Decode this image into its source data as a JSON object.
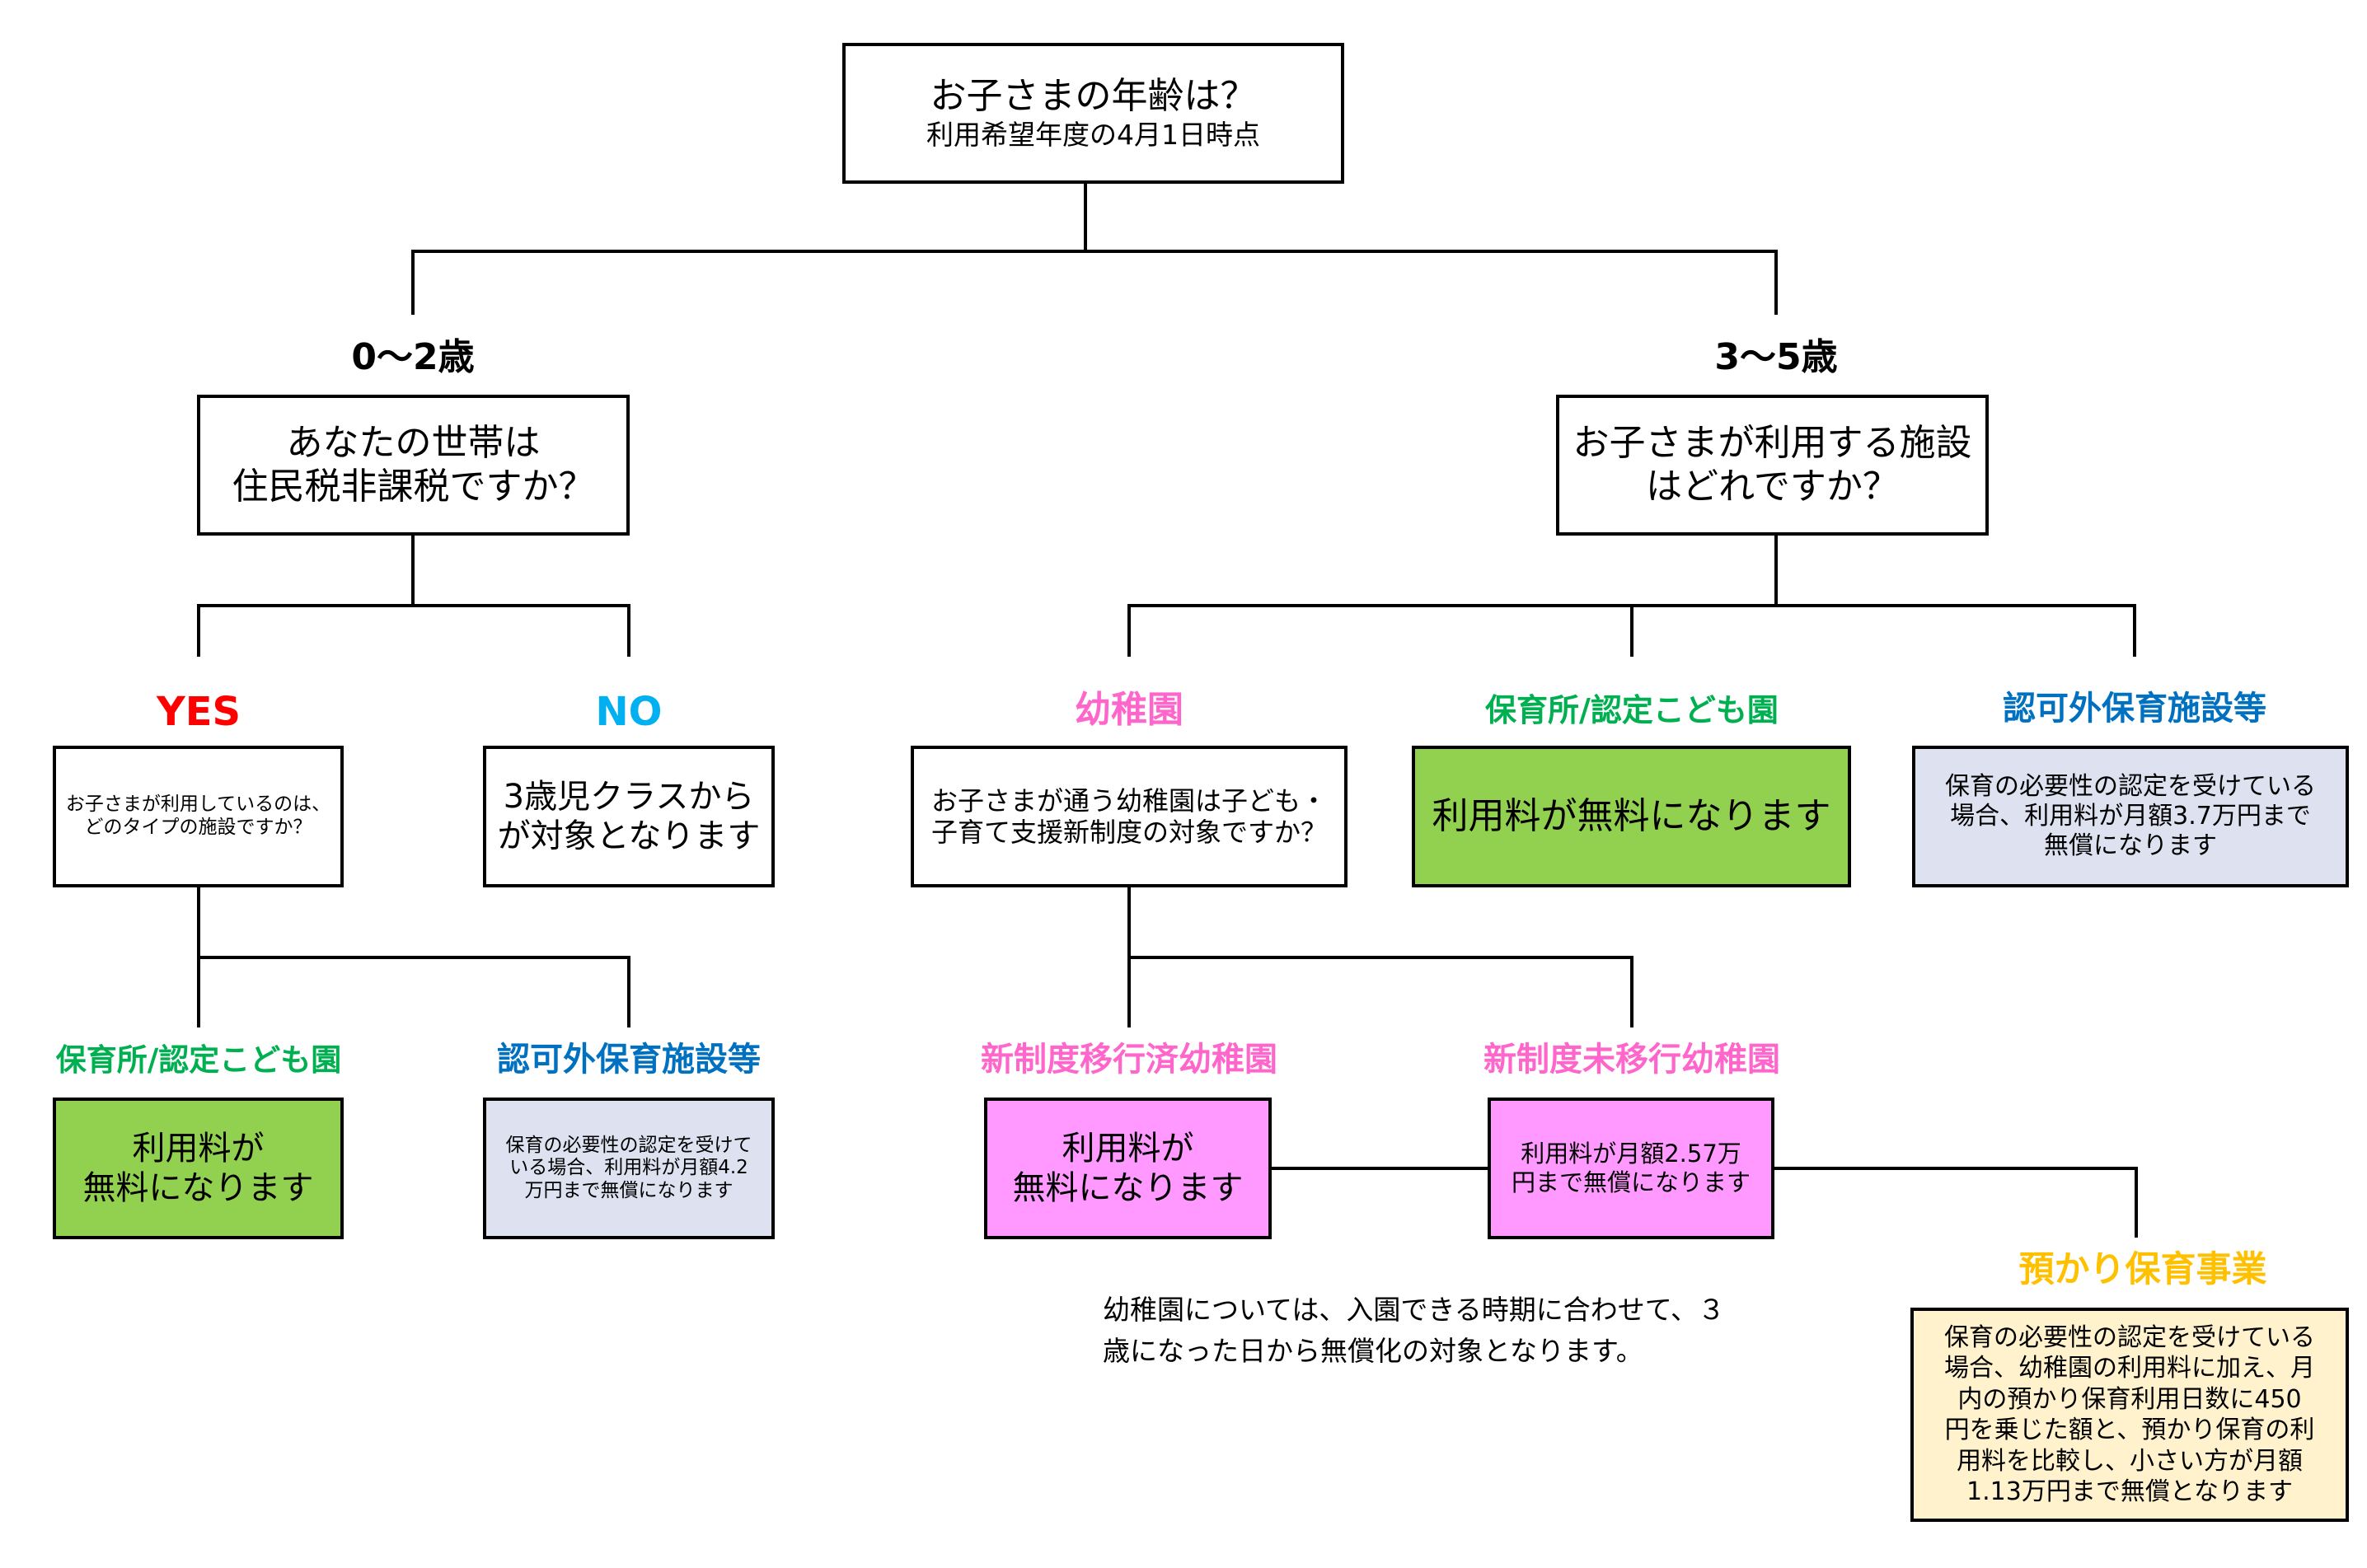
{
  "colors": {
    "yes": "#ff0000",
    "no": "#00b0f0",
    "green_label": "#00b050",
    "blue_label": "#0070c0",
    "pink_label": "#ff66cc",
    "orange_label": "#ffc000",
    "green_box": "#92d050",
    "lavender_box": "#dde1f0",
    "pink_box": "#ff99ff",
    "cream_box": "#fff2cc"
  },
  "root": {
    "line1": "お子さまの年齢は？",
    "line2": "利用希望年度の4月1日時点"
  },
  "branches": {
    "left_label": "0～2歳",
    "right_label": "3～5歳"
  },
  "q_tax": {
    "line1": "あなたの世帯は",
    "line2": "住民税非課税ですか？"
  },
  "q_facility": {
    "line1": "お子さまが利用する施設",
    "line2": "はどれですか？"
  },
  "yes": {
    "label": "YES"
  },
  "no": {
    "label": "NO"
  },
  "q_type": {
    "line1": "お子さまが利用しているのは、",
    "line2": "どのタイプの施設ですか？"
  },
  "no_result": {
    "line1": "3歳児クラスから",
    "line2": "が対象となります"
  },
  "kindergarten": {
    "label": "幼稚園"
  },
  "nursery_right": {
    "label": "保育所/認定こども園"
  },
  "unlicensed_right": {
    "label": "認可外保育施設等"
  },
  "q_kinder": {
    "line1": "お子さまが通う幼稚園は子ども・",
    "line2": "子育て支援新制度の対象ですか？"
  },
  "free_right": {
    "text": "利用料が無料になります"
  },
  "unlicensed_right_result": {
    "line1": "保育の必要性の認定を受けている",
    "line2": "場合、利用料が月額3.7万円まで",
    "line3": "無償になります"
  },
  "nursery_left": {
    "label": "保育所/認定こども園"
  },
  "unlicensed_left": {
    "label": "認可外保育施設等"
  },
  "free_left": {
    "line1": "利用料が",
    "line2": "無料になります"
  },
  "unlicensed_left_result": {
    "line1": "保育の必要性の認定を受けて",
    "line2": "いる場合、利用料が月額4.2",
    "line3": "万円まで無償になります"
  },
  "new_system": {
    "label": "新制度移行済幼稚園"
  },
  "not_new_system": {
    "label": "新制度未移行幼稚園"
  },
  "free_kinder": {
    "line1": "利用料が",
    "line2": "無料になります"
  },
  "not_new_result": {
    "line1": "利用料が月額2.57万",
    "line2": "円まで無償になります"
  },
  "note": {
    "line1": "幼稚園については、入園できる時期に合わせて、３",
    "line2": "歳になった日から無償化の対象となります。"
  },
  "temp_care": {
    "label": "預かり保育事業"
  },
  "temp_result": {
    "line1": "保育の必要性の認定を受けている",
    "line2": "場合、幼稚園の利用料に加え、月",
    "line3": "内の預かり保育利用日数に450",
    "line4": "円を乗じた額と、預かり保育の利",
    "line5": "用料を比較し、小さい方が月額",
    "line6": "1.13万円まで無償となります"
  }
}
